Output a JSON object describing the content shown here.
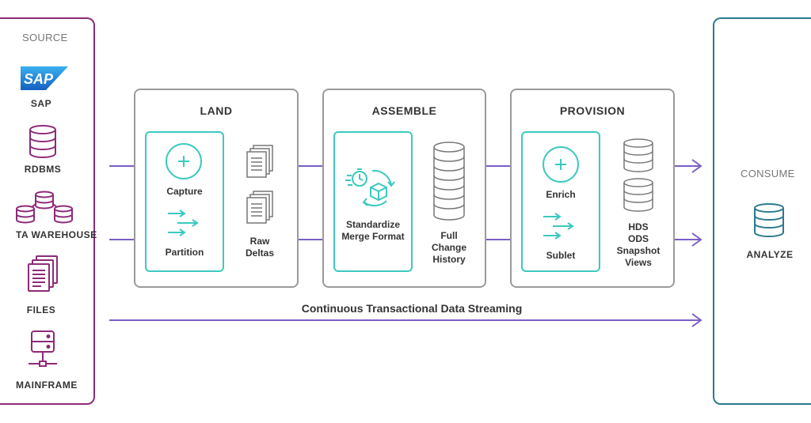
{
  "source": {
    "title": "SOURCE",
    "items": [
      {
        "label": "SAP",
        "logo_text": "SAP",
        "icon": "sap-logo"
      },
      {
        "label": "RDBMS",
        "icon": "database-icon"
      },
      {
        "label": "TA WAREHOUSE",
        "icon": "data-warehouse-icon"
      },
      {
        "label": "FILES",
        "icon": "files-icon"
      },
      {
        "label": "MAINFRAME",
        "icon": "mainframe-icon"
      }
    ]
  },
  "stages": {
    "land": {
      "title": "LAND",
      "capture": "Capture",
      "partition": "Partition",
      "raw_deltas": [
        "Raw",
        "Deltas"
      ]
    },
    "assemble": {
      "title": "ASSEMBLE",
      "standardize": [
        "Standardize",
        "Merge Format"
      ],
      "history": [
        "Full",
        "Change",
        "History"
      ]
    },
    "provision": {
      "title": "PROVISION",
      "enrich": "Enrich",
      "sublet": "Sublet",
      "views": [
        "HDS",
        "ODS",
        "Snapshot",
        "Views"
      ]
    }
  },
  "stream_label": "Continuous Transactional Data Streaming",
  "consume": {
    "title": "CONSUME",
    "analyze": "ANALYZE"
  },
  "colors": {
    "source_border": "#8e2a78",
    "consume_border": "#2a7a8c",
    "accent_teal": "#3cc9bf",
    "arrow_purple": "#7b5ec6",
    "stage_border": "#9a9a9a"
  }
}
